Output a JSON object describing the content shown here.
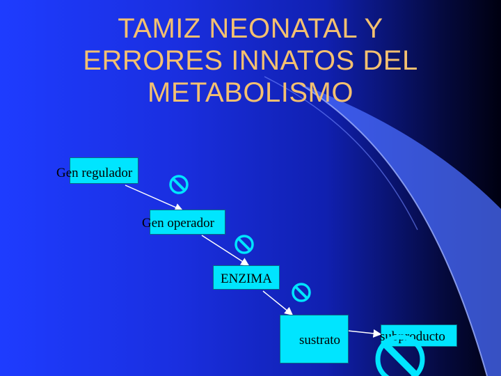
{
  "slide": {
    "title": "TAMIZ NEONATAL Y\nERRORES INNATOS DEL\nMETABOLISMO"
  },
  "diagram": {
    "nodes": {
      "gen_regulador": "Gen regulador",
      "gen_operador": "Gen operador",
      "enzima": "ENZIMA",
      "sustrato": "sustrato",
      "subproducto": "subproducto"
    },
    "block_symbol_icon": "prohibition-icon"
  },
  "colors": {
    "box_fill": "#00e5ff",
    "title_text": "#f4c070",
    "arrow": "#ffffff"
  }
}
